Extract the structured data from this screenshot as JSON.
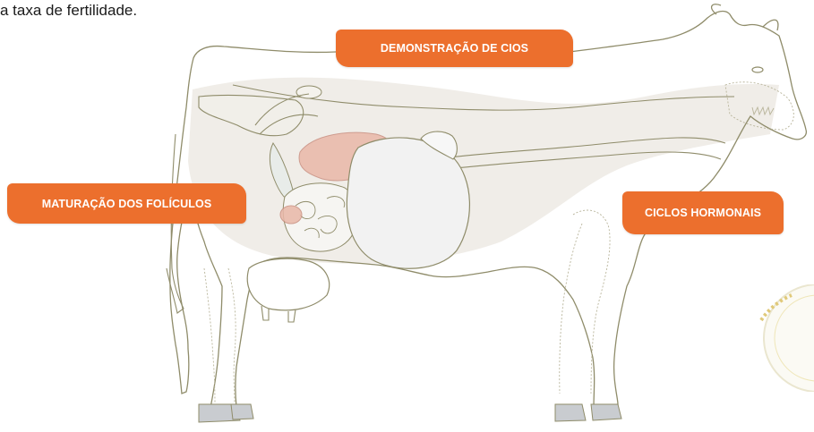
{
  "intro_text": "a taxa de fertilidade.",
  "labels": {
    "cios": "DEMONSTRAÇÃO DE CIOS",
    "foliculos": "MATURAÇÃO DOS FOLÍCULOS",
    "ciclos": "CICLOS HORMONAIS"
  },
  "colors": {
    "accent": "#ec6f2d",
    "outline": "#8f8c6a",
    "body_fill": "#eeebe5",
    "stomach": "#f2f2f2",
    "organ_pink": "#e9b7a8",
    "hoof": "#c9ccd0"
  },
  "illustration": "cow-anatomy-outline"
}
